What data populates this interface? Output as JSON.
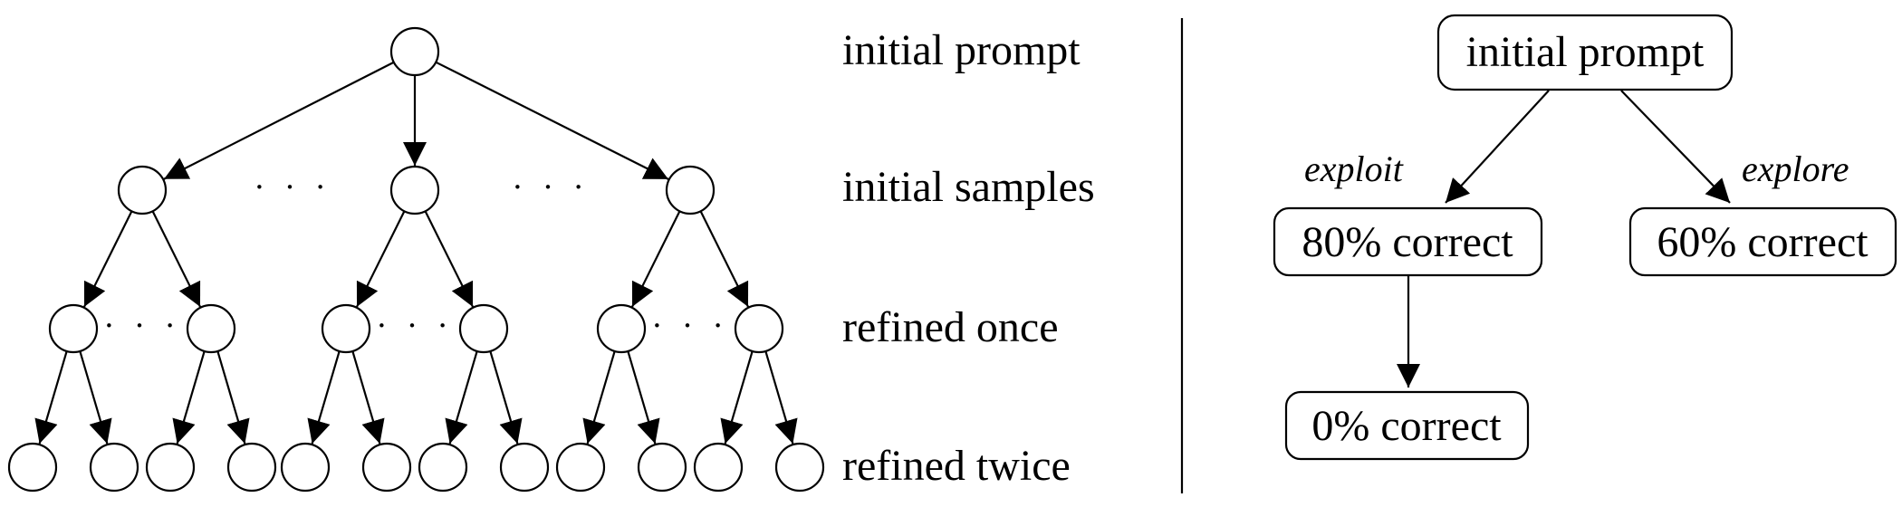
{
  "left_panel": {
    "levels": [
      {
        "label": "initial prompt"
      },
      {
        "label": "initial samples"
      },
      {
        "label": "refined once"
      },
      {
        "label": "refined twice"
      }
    ],
    "ellipsis": "· · ·"
  },
  "right_panel": {
    "root_label": "initial prompt",
    "exploit_label": "exploit",
    "explore_label": "explore",
    "exploit_node_label": "80% correct",
    "explore_node_label": "60% correct",
    "refined_node_label": "0% correct"
  },
  "colors": {
    "stroke": "#000000",
    "background": "#ffffff"
  }
}
